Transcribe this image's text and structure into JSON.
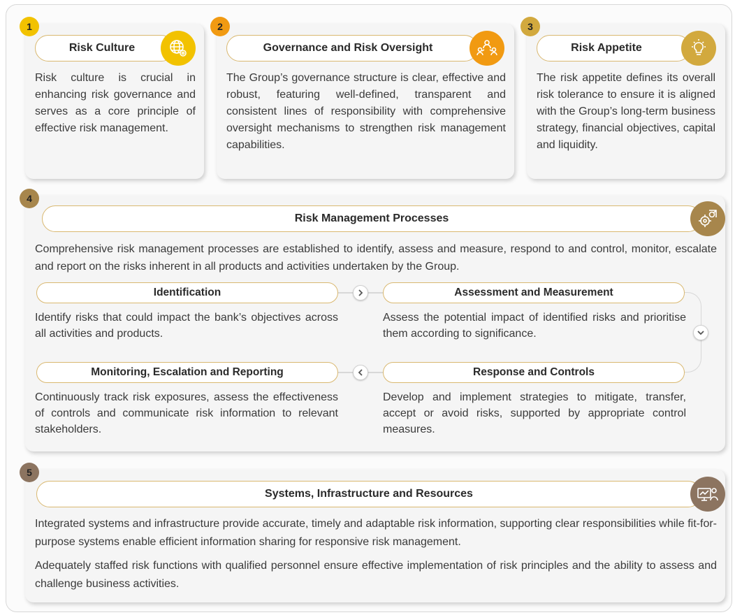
{
  "colors": {
    "gold": "#f2c200",
    "orange": "#f19a12",
    "tan": "#d2a93e",
    "bronze": "#a7864c",
    "brown": "#8c7460",
    "pill_border": "#d9b870"
  },
  "sections": [
    {
      "number": "1",
      "title": "Risk Culture",
      "icon": "globe-gear-icon",
      "text": "Risk culture is crucial in enhancing risk governance and serves as a core principle of effective risk management."
    },
    {
      "number": "2",
      "title": "Governance and Risk Oversight",
      "icon": "people-network-icon",
      "text": "The Group’s governance structure is clear, effective and robust, featuring well-defined, transparent and consistent lines of responsibility with comprehensive oversight mechanisms to strengthen risk management capabilities."
    },
    {
      "number": "3",
      "title": "Risk Appetite",
      "icon": "lightbulb-icon",
      "text": "The risk appetite defines its overall risk tolerance to ensure it is aligned with the Group’s long-term business strategy, financial objectives, capital and liquidity."
    },
    {
      "number": "4",
      "title": "Risk Management Processes",
      "icon": "gears-arrow-icon",
      "text": "Comprehensive risk management processes are established to identify, assess and measure, respond to and control, monitor, escalate and report on the risks inherent in all products and activities undertaken by the Group.",
      "steps": [
        {
          "title": "Identification",
          "text": "Identify risks that could impact the bank’s objectives across all activities and products."
        },
        {
          "title": "Assessment and Measurement",
          "text": "Assess the potential impact of identified risks and prioritise them according to significance."
        },
        {
          "title": "Monitoring, Escalation and Reporting",
          "text": "Continuously track risk exposures, assess the effectiveness of controls and communicate risk information to relevant stakeholders."
        },
        {
          "title": "Response and Controls",
          "text": "Develop and implement strategies to mitigate, transfer, accept or avoid risks, supported by appropriate control measures."
        }
      ]
    },
    {
      "number": "5",
      "title": "Systems, Infrastructure and Resources",
      "icon": "computer-user-icon",
      "text": "Integrated systems and infrastructure provide accurate, timely and adaptable risk information, supporting clear responsibilities while fit-for-purpose systems enable efficient information sharing for responsive risk management.",
      "text2": "Adequately staffed risk functions with qualified personnel ensure effective implementation of risk principles and the ability to assess and challenge business activities."
    }
  ]
}
